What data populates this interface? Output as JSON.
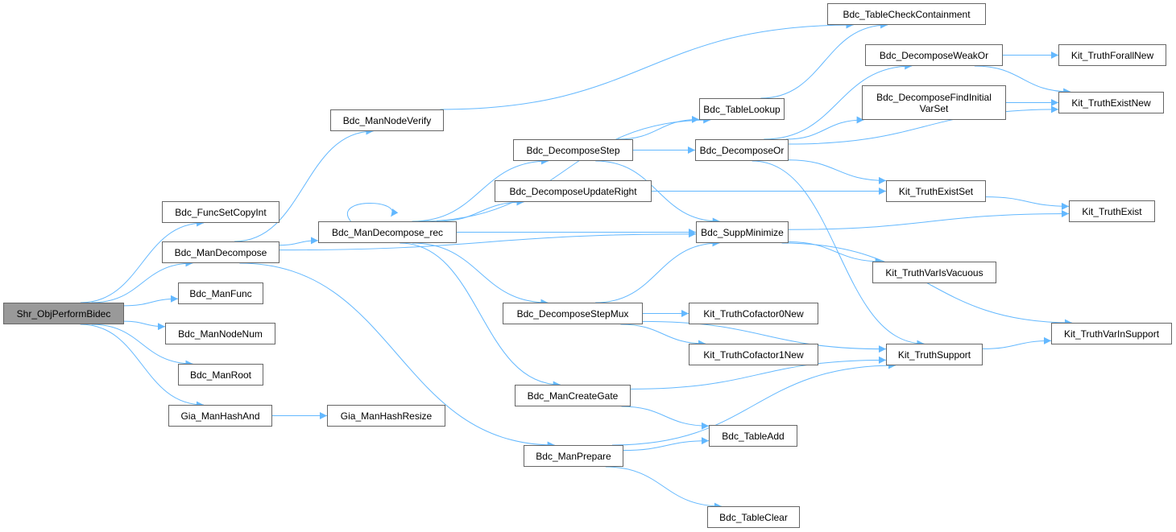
{
  "diagram": {
    "type": "call-graph",
    "edge_color": "#63b8ff",
    "root_fill": "#999999",
    "nodes": [
      {
        "id": "root",
        "label": "Shr_ObjPerformBidec",
        "root": true
      },
      {
        "id": "funcsetcopy",
        "label": "Bdc_FuncSetCopyInt"
      },
      {
        "id": "mandecompose",
        "label": "Bdc_ManDecompose"
      },
      {
        "id": "manfunc",
        "label": "Bdc_ManFunc"
      },
      {
        "id": "mannodenum",
        "label": "Bdc_ManNodeNum"
      },
      {
        "id": "manroot",
        "label": "Bdc_ManRoot"
      },
      {
        "id": "giahashand",
        "label": "Gia_ManHashAnd"
      },
      {
        "id": "giahashresize",
        "label": "Gia_ManHashResize"
      },
      {
        "id": "mannodeverify",
        "label": "Bdc_ManNodeVerify"
      },
      {
        "id": "mandecrec",
        "label": "Bdc_ManDecompose_rec"
      },
      {
        "id": "decstep",
        "label": "Bdc_DecomposeStep"
      },
      {
        "id": "decupdright",
        "label": "Bdc_DecomposeUpdateRight"
      },
      {
        "id": "decstepmux",
        "label": "Bdc_DecomposeStepMux"
      },
      {
        "id": "mancreategate",
        "label": "Bdc_ManCreateGate"
      },
      {
        "id": "manprepare",
        "label": "Bdc_ManPrepare"
      },
      {
        "id": "tablecheck",
        "label": "Bdc_TableCheckContainment"
      },
      {
        "id": "tablelookup",
        "label": "Bdc_TableLookup"
      },
      {
        "id": "decor",
        "label": "Bdc_DecomposeOr"
      },
      {
        "id": "suppmin",
        "label": "Bdc_SuppMinimize"
      },
      {
        "id": "cof0",
        "label": "Kit_TruthCofactor0New"
      },
      {
        "id": "cof1",
        "label": "Kit_TruthCofactor1New"
      },
      {
        "id": "tableadd",
        "label": "Bdc_TableAdd"
      },
      {
        "id": "tableclear",
        "label": "Bdc_TableClear"
      },
      {
        "id": "decweakor",
        "label": "Bdc_DecomposeWeakOr"
      },
      {
        "id": "decfindinit",
        "label": "Bdc_DecomposeFindInitial\nVarSet"
      },
      {
        "id": "existset",
        "label": "Kit_TruthExistSet"
      },
      {
        "id": "varisvac",
        "label": "Kit_TruthVarIsVacuous"
      },
      {
        "id": "support",
        "label": "Kit_TruthSupport"
      },
      {
        "id": "forallnew",
        "label": "Kit_TruthForallNew"
      },
      {
        "id": "existnew",
        "label": "Kit_TruthExistNew"
      },
      {
        "id": "exist",
        "label": "Kit_TruthExist"
      },
      {
        "id": "varinsupport",
        "label": "Kit_TruthVarInSupport"
      }
    ],
    "edges": [
      [
        "root",
        "funcsetcopy"
      ],
      [
        "root",
        "mandecompose"
      ],
      [
        "root",
        "manfunc"
      ],
      [
        "root",
        "mannodenum"
      ],
      [
        "root",
        "manroot"
      ],
      [
        "root",
        "giahashand"
      ],
      [
        "giahashand",
        "giahashresize"
      ],
      [
        "mandecompose",
        "mannodeverify"
      ],
      [
        "mandecompose",
        "mandecrec"
      ],
      [
        "mandecompose",
        "suppmin"
      ],
      [
        "mandecompose",
        "manprepare"
      ],
      [
        "mannodeverify",
        "tablecheck"
      ],
      [
        "mandecrec",
        "mandecrec"
      ],
      [
        "mandecrec",
        "tablelookup"
      ],
      [
        "mandecrec",
        "decstep"
      ],
      [
        "mandecrec",
        "decupdright"
      ],
      [
        "mandecrec",
        "suppmin"
      ],
      [
        "mandecrec",
        "decstepmux"
      ],
      [
        "mandecrec",
        "mancreategate"
      ],
      [
        "decstep",
        "tablelookup"
      ],
      [
        "decstep",
        "decor"
      ],
      [
        "decstep",
        "suppmin"
      ],
      [
        "decupdright",
        "existset"
      ],
      [
        "decstepmux",
        "suppmin"
      ],
      [
        "decstepmux",
        "support"
      ],
      [
        "decstepmux",
        "cof0"
      ],
      [
        "decstepmux",
        "cof1"
      ],
      [
        "mancreategate",
        "support"
      ],
      [
        "mancreategate",
        "tableadd"
      ],
      [
        "manprepare",
        "tableadd"
      ],
      [
        "manprepare",
        "support"
      ],
      [
        "manprepare",
        "tableclear"
      ],
      [
        "tablelookup",
        "tablecheck"
      ],
      [
        "decor",
        "decweakor"
      ],
      [
        "decor",
        "decfindinit"
      ],
      [
        "decor",
        "existnew"
      ],
      [
        "decor",
        "existset"
      ],
      [
        "decor",
        "support"
      ],
      [
        "suppmin",
        "exist"
      ],
      [
        "suppmin",
        "varisvac"
      ],
      [
        "suppmin",
        "varinsupport"
      ],
      [
        "decweakor",
        "forallnew"
      ],
      [
        "decweakor",
        "existnew"
      ],
      [
        "decfindinit",
        "existnew"
      ],
      [
        "existset",
        "exist"
      ],
      [
        "support",
        "varinsupport"
      ]
    ]
  }
}
